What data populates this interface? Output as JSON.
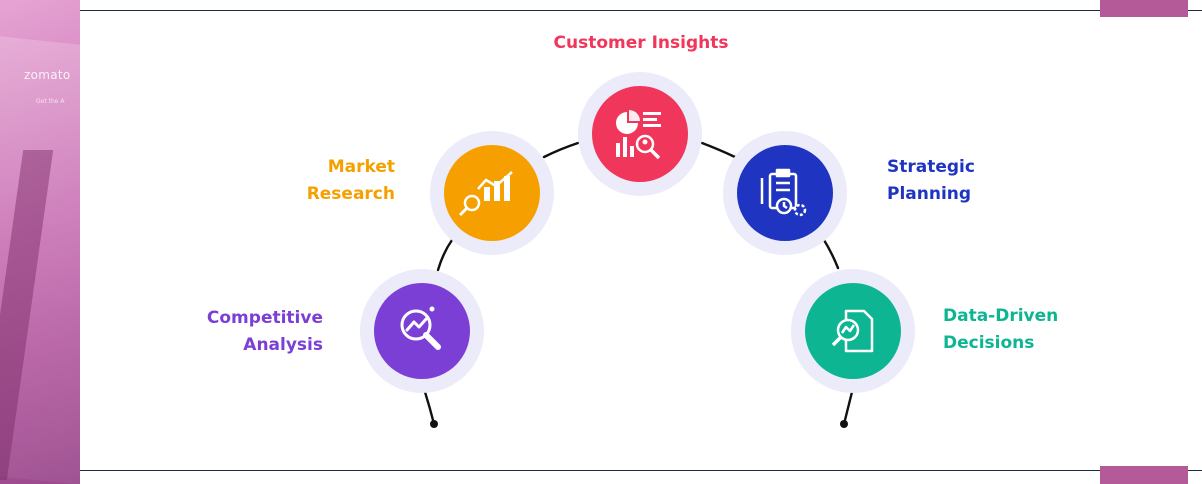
{
  "brand": {
    "logo_text": "zomato",
    "tagline": "Get the A"
  },
  "colors": {
    "competitive": "#7c3fd6",
    "market": "#f5a000",
    "customer": "#f0365a",
    "strategic": "#1f35c2",
    "data": "#0db592",
    "halo": "#ecebf9",
    "accent": "#b55a99",
    "line": "#1f2a44"
  },
  "nodes": [
    {
      "key": "competitive",
      "label_line1": "Competitive",
      "label_line2": "Analysis",
      "icon": "magnify-analytics-icon"
    },
    {
      "key": "market",
      "label_line1": "Market",
      "label_line2": "Research",
      "icon": "bar-chart-search-icon"
    },
    {
      "key": "customer",
      "label_line1": "Customer Insights",
      "label_line2": "",
      "icon": "report-user-search-icon"
    },
    {
      "key": "strategic",
      "label_line1": "Strategic",
      "label_line2": "Planning",
      "icon": "clipboard-gear-icon"
    },
    {
      "key": "data",
      "label_line1": "Data-Driven",
      "label_line2": "Decisions",
      "icon": "document-search-icon"
    }
  ]
}
